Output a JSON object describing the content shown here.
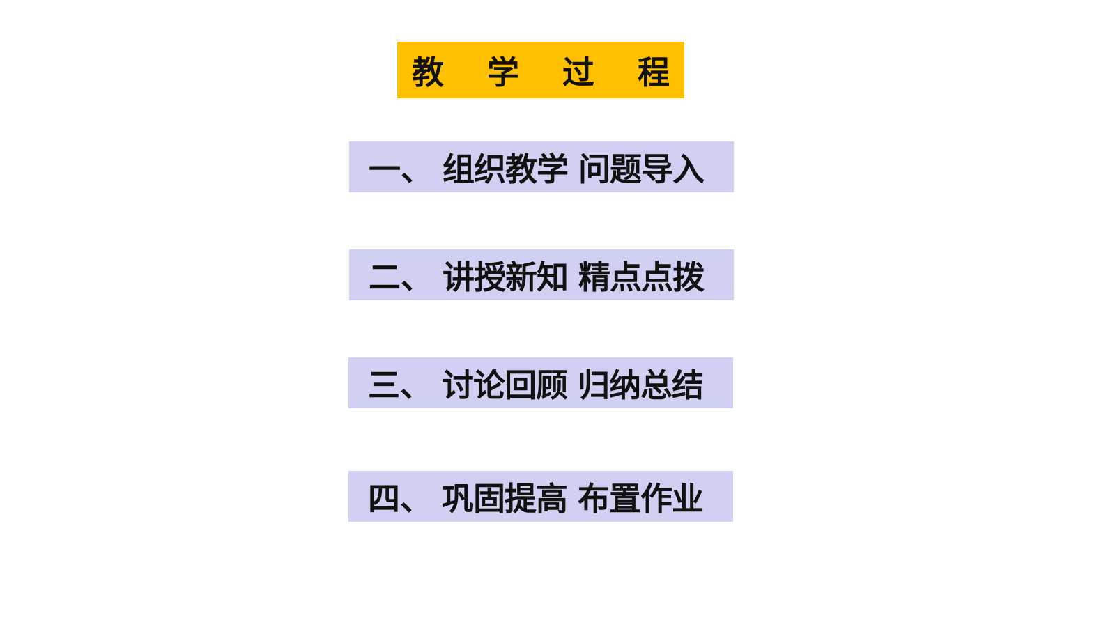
{
  "title": "教学过程",
  "steps": [
    {
      "number": "一",
      "separator": "、",
      "text": "组织教学 问题导入"
    },
    {
      "number": "二",
      "separator": "、",
      "text": "讲授新知 精点点拨"
    },
    {
      "number": "三",
      "separator": "、",
      "text": "讨论回顾 归纳总结"
    },
    {
      "number": "四",
      "separator": "、",
      "text": "巩固提高 布置作业"
    }
  ],
  "colors": {
    "title_background": "#ffc000",
    "step_background": "#d0d0f2",
    "text": "#111111",
    "page_background": "#ffffff"
  }
}
